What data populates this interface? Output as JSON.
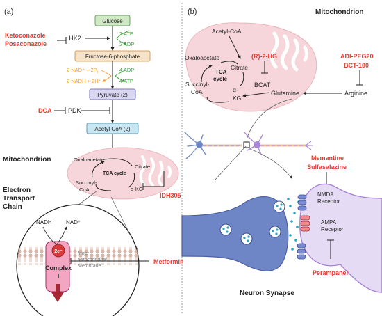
{
  "panel_a": {
    "label": "(a)",
    "glucose": "Glucose",
    "hk2": "HK2",
    "atp_in": "2 ATP",
    "adp_out": "2 ADP",
    "f6p": "Fructose-6-phosphate",
    "nad_in": "2 NAD⁺ + 2P",
    "nad_in_sub": "i",
    "nadh_out": "2 NADH + 2H⁺",
    "adp_in": "4 ADP",
    "atp_out": "4 ATP",
    "pyruvate": "Pyruvate (2)",
    "pdk": "PDK",
    "acetyl": "Acetyl CoA (2)",
    "mito_label": "Mitochondrion",
    "tca_oxaloacetate": "Oxaloacetate",
    "tca_citrate": "Citrate",
    "tca_cycle": "TCA cycle",
    "tca_succinyl_1": "Succinyl-",
    "tca_succinyl_2": "CoA",
    "tca_akg": "α-KG",
    "etc_1": "Electron",
    "etc_2": "Transport",
    "etc_3": "Chain",
    "nadh": "NADH",
    "nad_plus": "NAD⁺",
    "electron": "2e⁻",
    "membrane_1": "Inner",
    "membrane_2": "Mitochondrial",
    "membrane_3": "Membrane",
    "complex_1": "Complex",
    "complex_2": "I"
  },
  "drugs_a": {
    "keto": "Ketoconazole",
    "posa": "Posaconazole",
    "dca": "DCA",
    "idh305": "IDH305",
    "metformin": "Metformin"
  },
  "panel_b": {
    "label": "(b)",
    "mito_label": "Mitochondrion",
    "acetyl": "Acetyl-CoA",
    "oxaloacetate": "Oxaloacetate",
    "citrate": "Citrate",
    "tca_1": "TCA",
    "tca_2": "cycle",
    "succinyl_1": "Succinyl-",
    "succinyl_2": "CoA",
    "akg_1": "α-",
    "akg_2": "KG",
    "bcat": "BCAT",
    "glutamine": "Glutamine",
    "arginine": "Arginine",
    "nmda_1": "NMDA",
    "nmda_2": "Receptor",
    "ampa_1": "AMPA",
    "ampa_2": "Receptor",
    "synapse_title": "Neuron Synapse"
  },
  "drugs_b": {
    "r2hg": "(R)-2-HG",
    "adi": "ADI-PEG20",
    "bct": "BCT-100",
    "memantine": "Memantine",
    "sulfasalazine": "Sulfasalazine",
    "perampanel": "Perampanel"
  },
  "colors": {
    "drug_red": "#e63a2e",
    "glycolysis_green": "#3aa335",
    "cofactor_orange": "#f29b2e",
    "pathway_box_green": "#cfe9c5",
    "pathway_box_tan": "#f6e3c8",
    "pathway_box_lavender": "#d9d6f2",
    "pathway_box_blue": "#c9e6f3",
    "mito_pink": "#f6d6da",
    "neuron_blue": "#6e86c5",
    "neuron_purple": "#c6b0e3"
  }
}
